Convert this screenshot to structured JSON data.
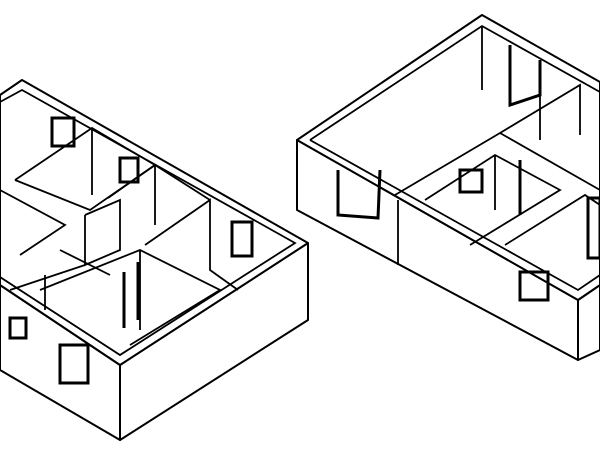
{
  "diagram": {
    "type": "isometric floor plan",
    "buildings": [
      "left-house",
      "right-house"
    ],
    "colors": {
      "line": "#000000",
      "background": "#ffffff"
    }
  }
}
